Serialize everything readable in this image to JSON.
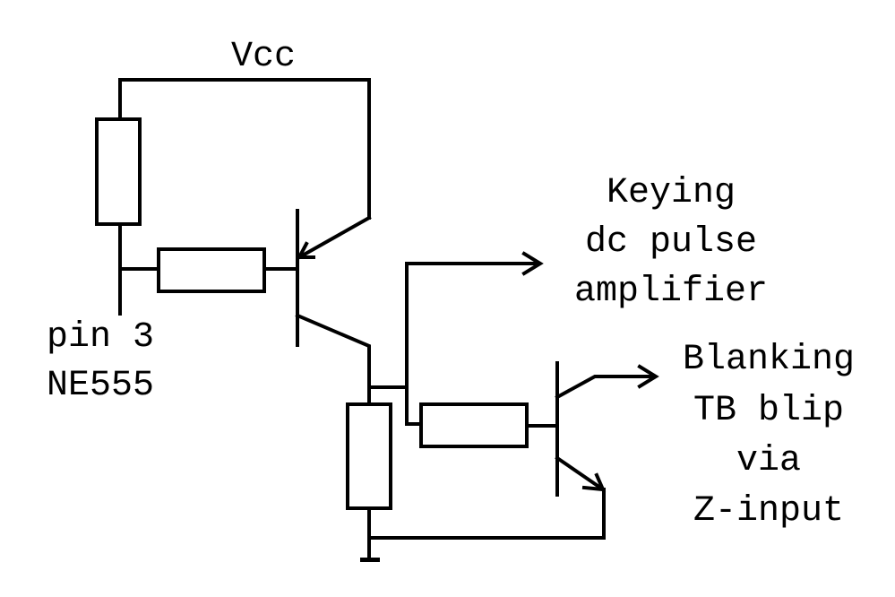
{
  "diagram": {
    "type": "circuit-schematic",
    "background_color": "#ffffff",
    "line_color": "#000000",
    "labels": {
      "supply": "Vcc",
      "input_line1": "pin 3",
      "input_line2": "NE555",
      "out1_line1": "Keying",
      "out1_line2": "dc pulse",
      "out1_line3": "amplifier",
      "out2_line1": "Blanking",
      "out2_line2": "TB blip",
      "out2_line3": "via",
      "out2_line4": "Z-input"
    },
    "components": [
      {
        "id": "R1",
        "kind": "resistor",
        "role": "pull-up to Vcc"
      },
      {
        "id": "R2",
        "kind": "resistor",
        "role": "base resistor Q1"
      },
      {
        "id": "Q1",
        "kind": "PNP transistor"
      },
      {
        "id": "R3",
        "kind": "resistor",
        "role": "collector load Q1"
      },
      {
        "id": "R4",
        "kind": "resistor",
        "role": "base resistor Q2"
      },
      {
        "id": "Q2",
        "kind": "NPN transistor"
      },
      {
        "id": "GND",
        "kind": "ground"
      }
    ]
  }
}
